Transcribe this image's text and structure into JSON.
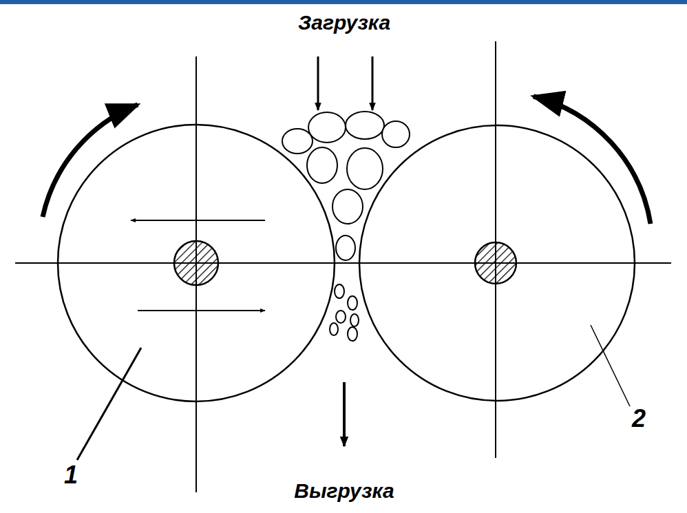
{
  "diagram": {
    "labels": [
      "Загрузка",
      "Выгрузка",
      "1",
      "2"
    ]
  }
}
